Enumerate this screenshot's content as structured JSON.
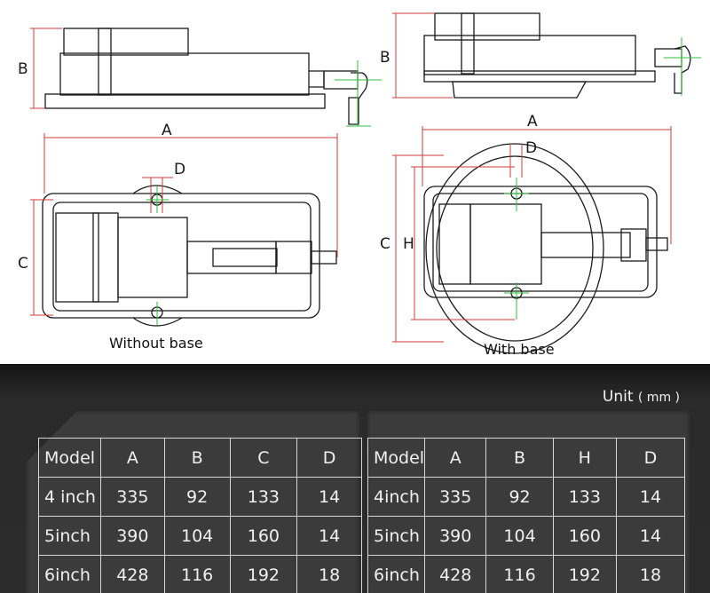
{
  "drawing": {
    "labels": {
      "top_left_b": "B",
      "top_right_b": "B",
      "left_a": "A",
      "right_a": "A",
      "left_d": "D",
      "right_d": "D",
      "left_c": "C",
      "right_c": "C",
      "right_h": "H"
    },
    "captions": {
      "without_base": "Without base",
      "with_base": "With base"
    }
  },
  "specs": {
    "unit_prefix": "Unit",
    "unit_suffix": "( mm )",
    "without_base_table": {
      "headers": [
        "Model",
        "A",
        "B",
        "C",
        "D"
      ],
      "rows": [
        [
          "4 inch",
          "335",
          "92",
          "133",
          "14"
        ],
        [
          "5inch",
          "390",
          "104",
          "160",
          "14"
        ],
        [
          "6inch",
          "428",
          "116",
          "192",
          "18"
        ]
      ]
    },
    "with_base_table": {
      "headers": [
        "Model",
        "A",
        "B",
        "H",
        "D"
      ],
      "rows": [
        [
          "4inch",
          "335",
          "92",
          "133",
          "14"
        ],
        [
          "5inch",
          "390",
          "104",
          "160",
          "14"
        ],
        [
          "6inch",
          "428",
          "116",
          "192",
          "18"
        ]
      ]
    }
  },
  "colors": {
    "dimension_line": "#d23b3b",
    "center_line": "#2fbf3f",
    "outline": "#1a1a1a"
  }
}
